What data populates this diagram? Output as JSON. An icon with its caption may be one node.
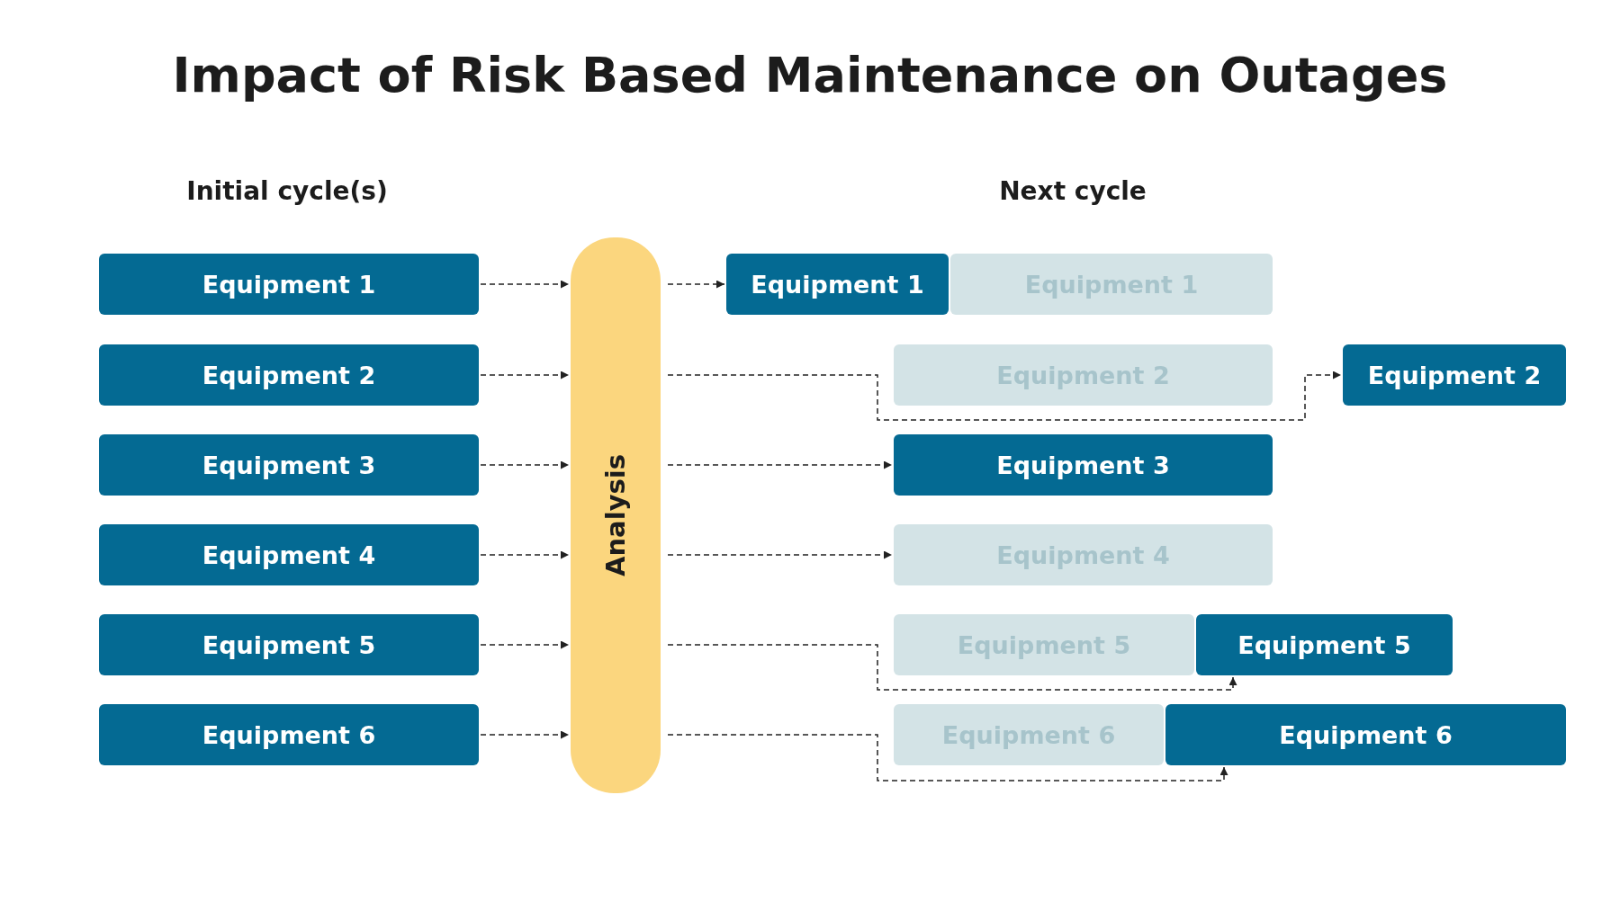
{
  "diagram": {
    "title": "Impact of Risk Based Maintenance on Outages",
    "nodes": [
      {
        "text": [
          "Equipment 1"
        ]
      },
      {
        "text": [
          "Equipment 2"
        ]
      },
      {
        "text": [
          "Equipment 3"
        ]
      },
      {
        "text": [
          "Equipment 4"
        ]
      },
      {
        "text": [
          "Equipment 5"
        ]
      },
      {
        "text": [
          "Equipment 6"
        ]
      },
      {
        "text": [
          "Analysis"
        ]
      },
      {
        "text": [
          "Equipment 1"
        ]
      },
      {
        "text": [
          "Equipment 1"
        ]
      },
      {
        "text": [
          "Equipment 2"
        ]
      },
      {
        "text": [
          "Equipment 2"
        ]
      },
      {
        "text": [
          "Equipment 3"
        ]
      },
      {
        "text": [
          "Equipment 4"
        ]
      },
      {
        "text": [
          "Equipment 5"
        ]
      },
      {
        "text": [
          "Equipment 5"
        ]
      },
      {
        "text": [
          "Equipment 6"
        ]
      },
      {
        "text": [
          "Equipment 6"
        ]
      }
    ],
    "edges": [
      {
        "from": 0,
        "to": 6,
        "arrow": "to",
        "style": "dashed"
      },
      {
        "from": 1,
        "to": 6,
        "arrow": "to",
        "style": "dashed"
      },
      {
        "from": 2,
        "to": 6,
        "arrow": "to",
        "style": "dashed"
      },
      {
        "from": 3,
        "to": 6,
        "arrow": "to",
        "style": "dashed"
      },
      {
        "from": 4,
        "to": 6,
        "arrow": "to",
        "style": "dashed"
      },
      {
        "from": 5,
        "to": 6,
        "arrow": "to",
        "style": "dashed"
      },
      {
        "from": 6,
        "to": 7,
        "arrow": "to",
        "style": "dashed"
      },
      {
        "from": 6,
        "to": 10,
        "arrow": "to",
        "style": "dashed"
      },
      {
        "from": 6,
        "to": 11,
        "arrow": "to",
        "style": "dashed"
      },
      {
        "from": 6,
        "to": 12,
        "arrow": "to",
        "style": "dashed"
      },
      {
        "from": 6,
        "to": 14,
        "arrow": "to",
        "style": "dashed"
      },
      {
        "from": 6,
        "to": 16,
        "arrow": "to",
        "style": "dashed"
      }
    ],
    "labels": [
      "Initial cycle(s)",
      "Next cycle"
    ]
  }
}
